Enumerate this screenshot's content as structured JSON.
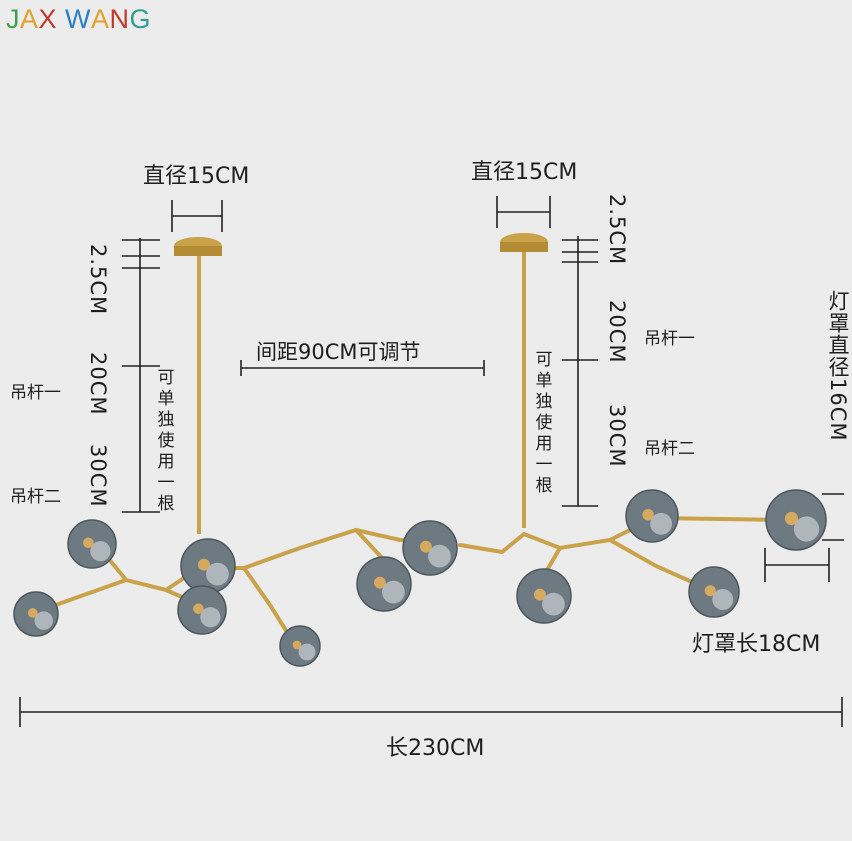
{
  "brand": {
    "logo_text": "JAX WANG",
    "logo_letters": [
      "J",
      "A",
      "X",
      " ",
      "W",
      "A",
      "N",
      "G"
    ],
    "logo_colors": [
      "#3fa04b",
      "#e2a12b",
      "#c0392b",
      "#ffffff",
      "#2d7fc4",
      "#e2a12b",
      "#c0392b",
      "#2e9e8f"
    ]
  },
  "dimensions": {
    "canopy_diameter_left": "直径15CM",
    "canopy_diameter_right": "直径15CM",
    "canopy_height_left": "2.5CM",
    "canopy_height_right": "2.5CM",
    "rod1_length_left": "20CM",
    "rod1_length_right": "20CM",
    "rod2_length_left": "30CM",
    "rod2_length_right": "30CM",
    "single_rod_note_left": "可单独使用一根",
    "single_rod_note_right": "可单独使用一根",
    "spacing": "间距90CM可调节",
    "shade_diameter": "灯罩直径16CM",
    "shade_length": "灯罩长18CM",
    "total_length": "长230CM"
  },
  "rod_labels": {
    "rod1_left": "吊杆一",
    "rod2_left": "吊杆二",
    "rod1_right": "吊杆一",
    "rod2_right": "吊杆二"
  },
  "colors": {
    "brass": "#c9a24a",
    "glass": "#6e7a82",
    "glass_light": "#aeb6bb",
    "bulb": "#e9b25a",
    "line": "#222222"
  }
}
